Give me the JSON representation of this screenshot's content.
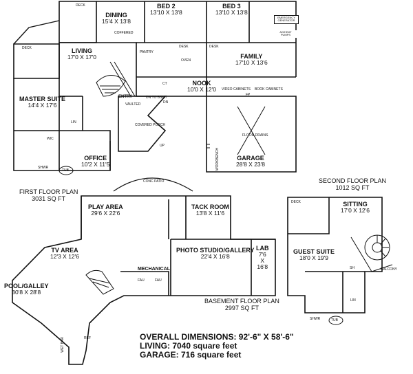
{
  "rooms": {
    "dining": {
      "name": "DINING",
      "dim": "15'4 X 13'8"
    },
    "bed2": {
      "name": "BED 2",
      "dim": "13'10 X 13'8"
    },
    "bed3": {
      "name": "BED 3",
      "dim": "13'10 X 13'8"
    },
    "living": {
      "name": "LIVING",
      "dim": "17'0 X 17'0"
    },
    "family": {
      "name": "FAMILY",
      "dim": "17'10 X 13'6"
    },
    "master": {
      "name": "MASTER SUITE",
      "dim": "14'4 X 17'6"
    },
    "nook": {
      "name": "NOOK",
      "dim": "10'0 X 12'0"
    },
    "office": {
      "name": "OFFICE",
      "dim": "10'2 X 11'5"
    },
    "garage": {
      "name": "GARAGE",
      "dim": "28'8 X 23'8"
    },
    "play": {
      "name": "PLAY AREA",
      "dim": "29'6 X 22'6"
    },
    "tack": {
      "name": "TACK ROOM",
      "dim": "13'8 X 11'6"
    },
    "tv": {
      "name": "TV AREA",
      "dim": "12'3 X 12'6"
    },
    "photo": {
      "name": "PHOTO STUDIO/GALLERY",
      "dim": "22'4 X 16'8"
    },
    "lab": {
      "name": "LAB",
      "dim1": "7'6",
      "dim2": "X",
      "dim3": "16'8"
    },
    "mechanical": {
      "name": "MECHANICAL"
    },
    "pool": {
      "name": "POOL/GALLEY",
      "dim": "30'8 X 28'8"
    },
    "sitting": {
      "name": "SITTING",
      "dim": "17'0 X 12'6"
    },
    "guest": {
      "name": "GUEST SUITE",
      "dim": "18'0 X 19'9"
    },
    "entry": {
      "name": "ENTRY"
    }
  },
  "small_labels": {
    "deck_top": "DECK",
    "deck_left": "DECK",
    "deck_second": "DECK",
    "coffered": "COFFERED",
    "pantry": "PANTRY",
    "desk1": "DESK",
    "desk2": "DESK",
    "oven": "OVEN",
    "vaulted": "VAULTED",
    "dn_to_bsmt": "DN TO BSMT",
    "covered_porch": "COVERED PORCH",
    "up": "UP",
    "dn": "DN",
    "lin": "LIN",
    "wic": "WIC",
    "video_cabinets": "VIDEO CABINETS",
    "fp": "FP",
    "book_cabinets": "BOOK CABINETS",
    "floor_drains": "FLOOR DRAINS",
    "workbench": "WORKBENCH",
    "conc_patio": "CONC PATIO",
    "fau": "FAU",
    "balcony": "BALCONY",
    "ref": "REF",
    "wet_bar": "WET BAR",
    "emergency": "EMERGENCY GENERATOR",
    "ag_heat": "AG/HEAT PUMPS",
    "shwr": "SHWR",
    "tub": "TUB",
    "sh": "SH",
    "ct": "CT"
  },
  "captions": {
    "first_title": "FIRST FLOOR PLAN",
    "first_area": "3031 SQ FT",
    "second_title": "SECOND FLOOR PLAN",
    "second_area": "1012 SQ FT",
    "basement_title": "BASEMENT FLOOR PLAN",
    "basement_area": "2997 SQ FT"
  },
  "overall": {
    "dimensions": "OVERALL DIMENSIONS: 92'-6\" X 58'-6\"",
    "living": "LIVING: 7040 square feet",
    "garage": "GARAGE: 716 square feet"
  }
}
